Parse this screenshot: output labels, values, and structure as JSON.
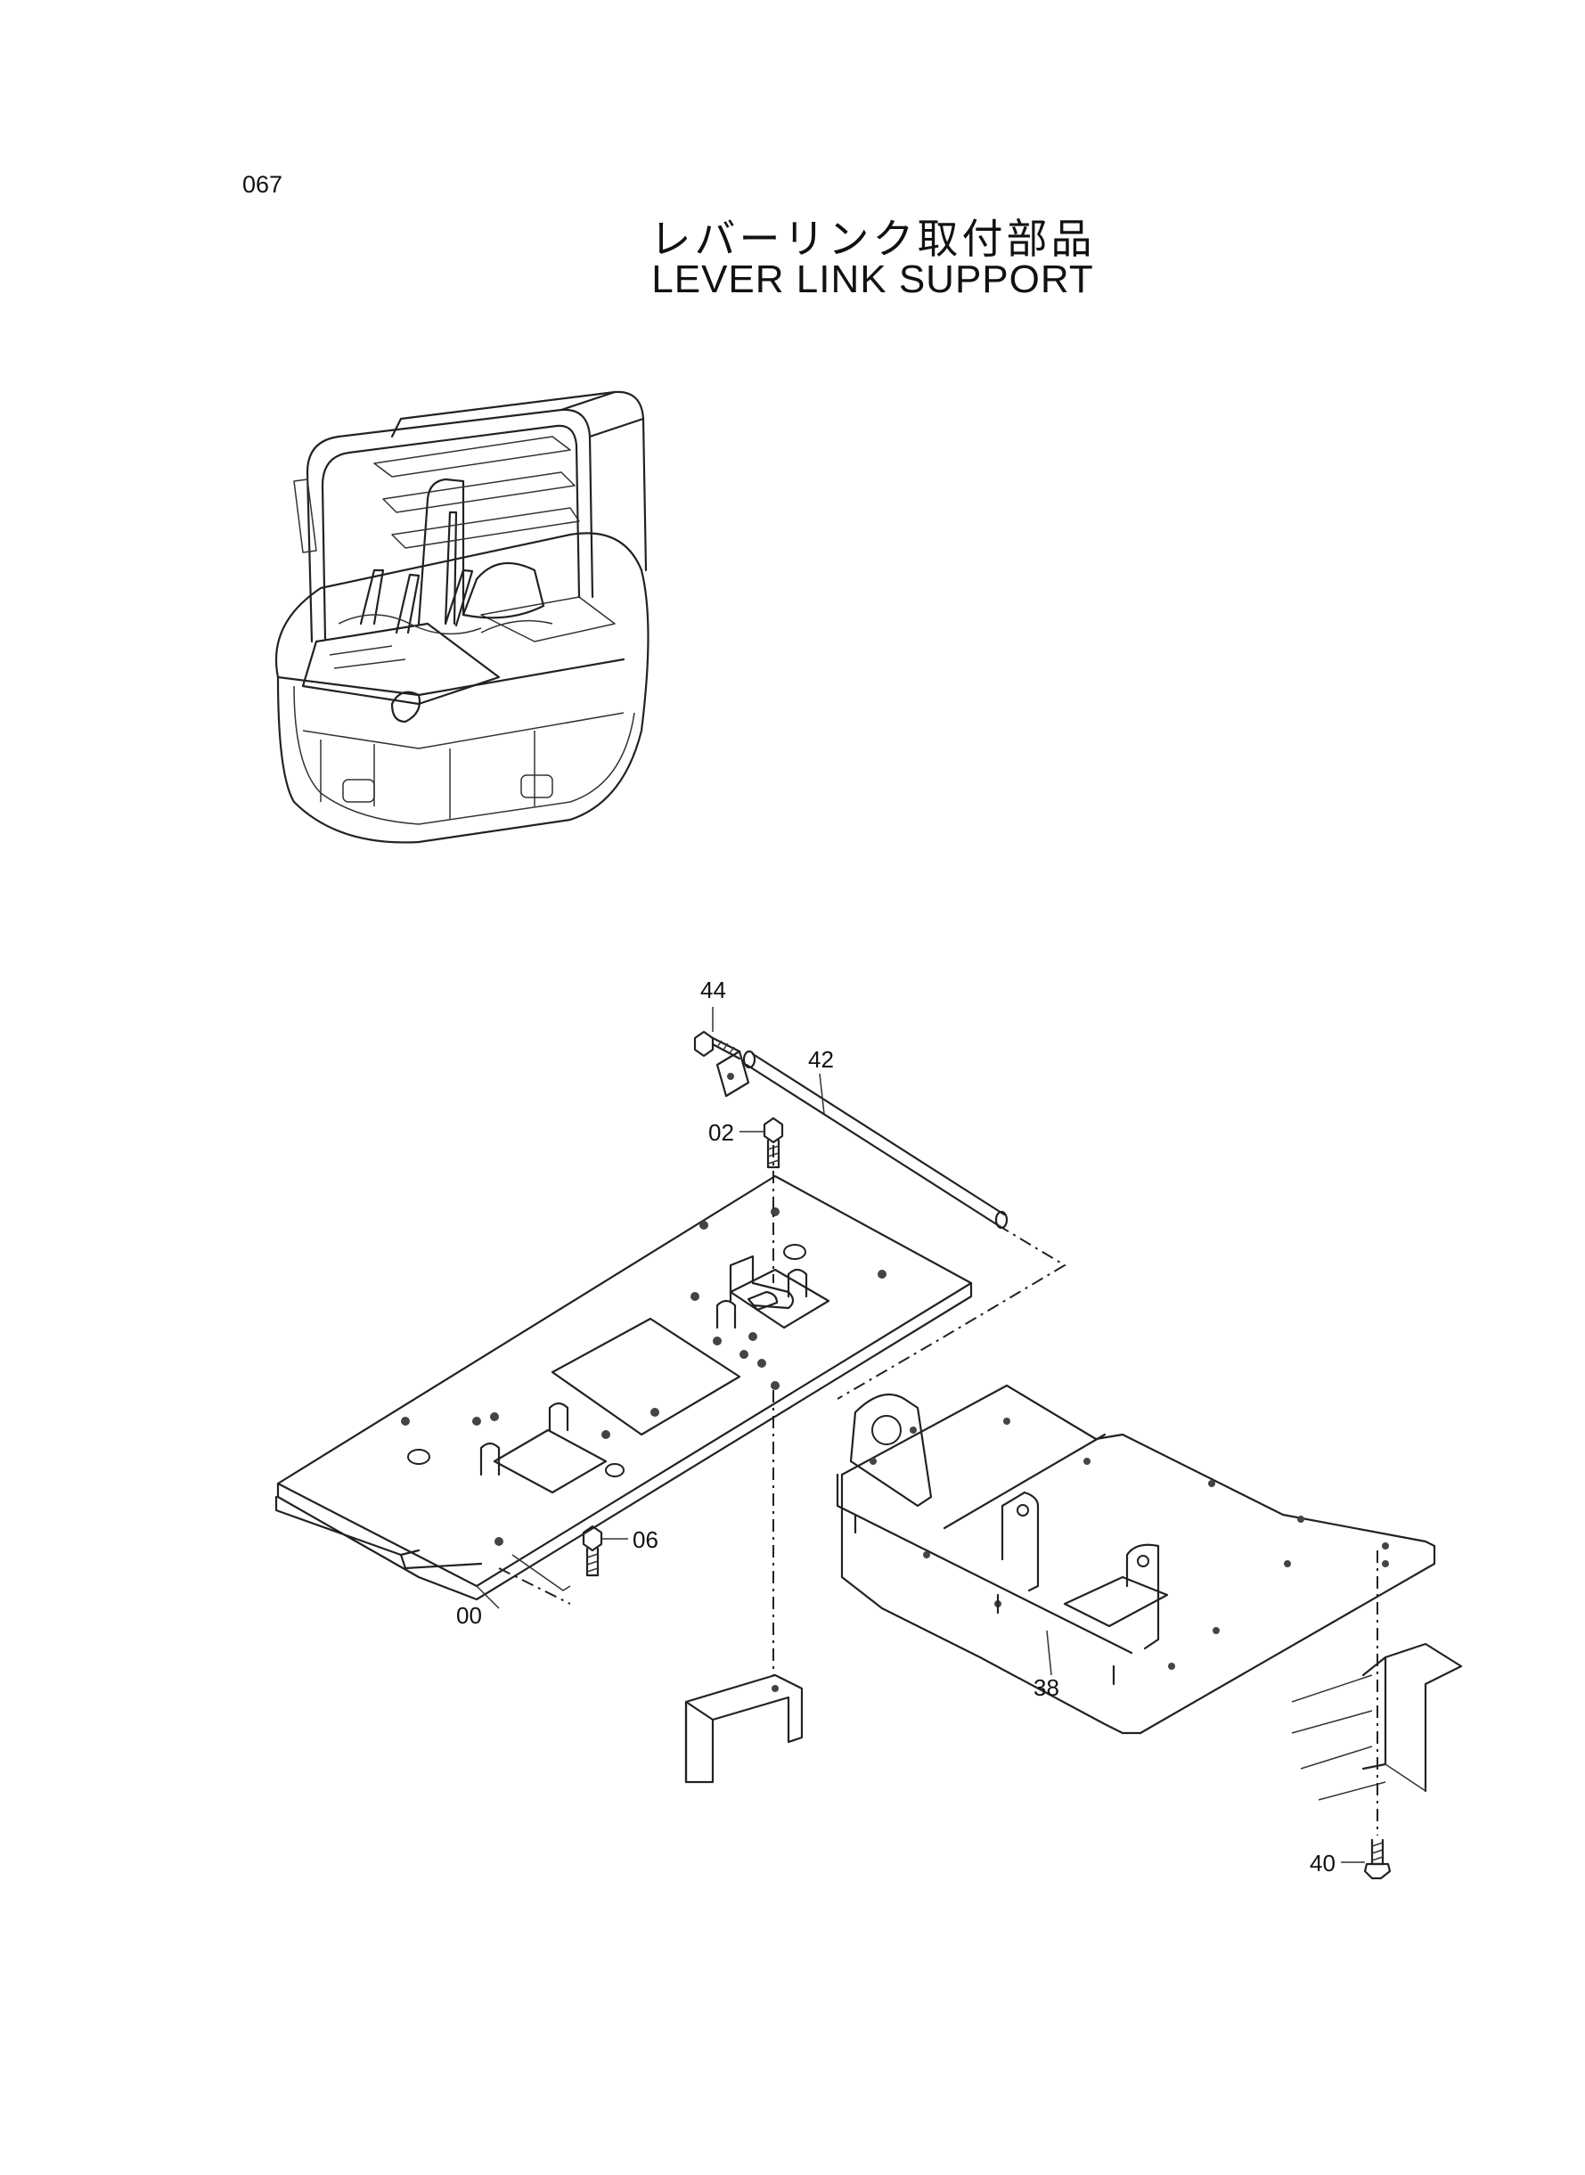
{
  "page_number": "067",
  "title_jp": "レバーリンク取付部品",
  "title_en": "LEVER LINK SUPPORT",
  "callouts": {
    "c44": "44",
    "c42": "42",
    "c02": "02",
    "c06": "06",
    "c00": "00",
    "c38": "38",
    "c40": "40"
  }
}
